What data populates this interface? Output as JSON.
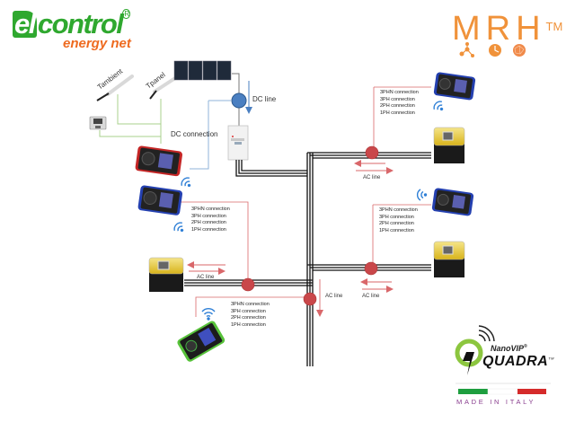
{
  "brand": {
    "logo_main": "control",
    "logo_e": "el",
    "logo_reg": "R",
    "logo_sub": "energy net",
    "partner": "MRH",
    "partner_tm": "TM"
  },
  "product": {
    "name_top": "NanoVIP",
    "name_top_reg": "®",
    "name_main": "QUADRA",
    "name_main_tm": "TM",
    "origin": "MADE IN ITALY"
  },
  "colors": {
    "green": "#2fa82f",
    "orange": "#ee6a1f",
    "mrh_orange": "#f0923a",
    "node_red": "#c9474a",
    "line_red": "#d9676a",
    "dc_blue": "#4a7fc1",
    "sensor_green": "#a8d08d",
    "italy_green": "#1e9e3f",
    "italy_red": "#d52b2b"
  },
  "labels": {
    "tambient": "Tambient",
    "tpanel": "Tpanel",
    "dc_line": "DC line",
    "dc_connection": "DC connection",
    "ac_line": "AC line"
  },
  "connections": [
    "3PHN connection",
    "3PH connection",
    "2PH connection",
    "1PH connection"
  ],
  "devices": [
    {
      "type": "analyzer",
      "color": "red",
      "role": "dc-meter"
    },
    {
      "type": "analyzer",
      "color": "blue",
      "role": "ac-meter-left"
    },
    {
      "type": "analyzer",
      "color": "blue",
      "role": "ac-meter-top-right"
    },
    {
      "type": "analyzer",
      "color": "blue",
      "role": "ac-meter-mid-right"
    },
    {
      "type": "analyzer",
      "color": "green",
      "role": "ac-meter-bottom"
    },
    {
      "type": "machine",
      "role": "load-left"
    },
    {
      "type": "machine",
      "role": "load-top-right"
    },
    {
      "type": "machine",
      "role": "load-mid-right"
    },
    {
      "type": "inverter",
      "role": "inverter"
    },
    {
      "type": "solar-panel",
      "count": 4
    },
    {
      "type": "sensor",
      "role": "tambient"
    },
    {
      "type": "sensor",
      "role": "tpanel"
    },
    {
      "type": "datalogger",
      "role": "sensor-hub"
    }
  ]
}
